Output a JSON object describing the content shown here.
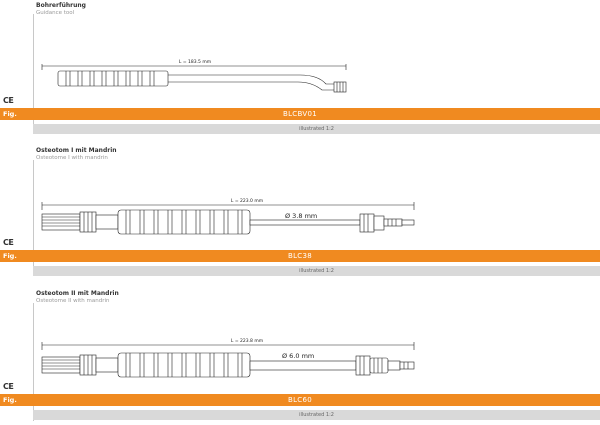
{
  "ce_mark": "CE",
  "fig_label": "Fig.",
  "products": [
    {
      "title_de": "Bohrerführung",
      "title_en": "Guidance tool",
      "length_label": "L = 183.5 mm",
      "diameter_label": "",
      "code": "BLCBV01",
      "scale": "illustrated 1:2"
    },
    {
      "title_de": "Osteotom I mit Mandrin",
      "title_en": "Osteotome I with mandrin",
      "length_label": "L = 223.0 mm",
      "diameter_label": "Ø 3.8 mm",
      "code": "BLC38",
      "scale": "illustrated 1:2"
    },
    {
      "title_de": "Osteotom II mit Mandrin",
      "title_en": "Osteotome II with mandrin",
      "length_label": "L = 223.8 mm",
      "diameter_label": "Ø 6.0 mm",
      "code": "BLC60",
      "scale": "illustrated 1:2"
    }
  ]
}
